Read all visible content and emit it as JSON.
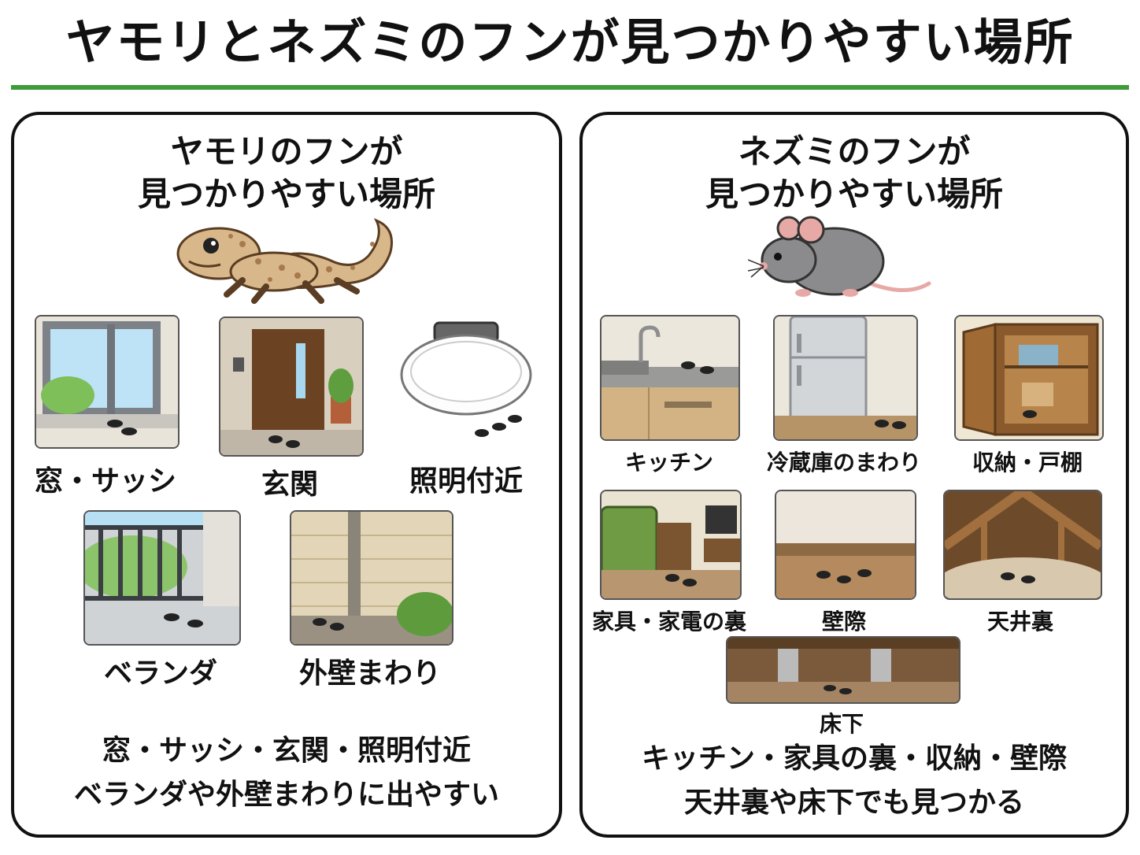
{
  "title": "ヤモリとネズミのフンが見つかりやすい場所",
  "colors": {
    "accent_rule": "#3f9b3a",
    "border": "#111111"
  },
  "gecko_panel": {
    "title_line1": "ヤモリのフンが",
    "title_line2": "見つかりやすい場所",
    "places": [
      "窓・サッシ",
      "玄関",
      "照明付近",
      "ベランダ",
      "外壁まわり"
    ],
    "summary_line1": "窓・サッシ・玄関・照明付近",
    "summary_line2": "ベランダや外壁まわりに出やすい"
  },
  "rat_panel": {
    "title_line1": "ネズミのフンが",
    "title_line2": "見つかりやすい場所",
    "places": [
      "キッチン",
      "冷蔵庫のまわり",
      "収納・戸棚",
      "家具・家電の裏",
      "壁際",
      "天井裏",
      "床下"
    ],
    "summary_line1": "キッチン・家具の裏・収納・壁際",
    "summary_line2": "天井裏や床下でも見つかる"
  }
}
